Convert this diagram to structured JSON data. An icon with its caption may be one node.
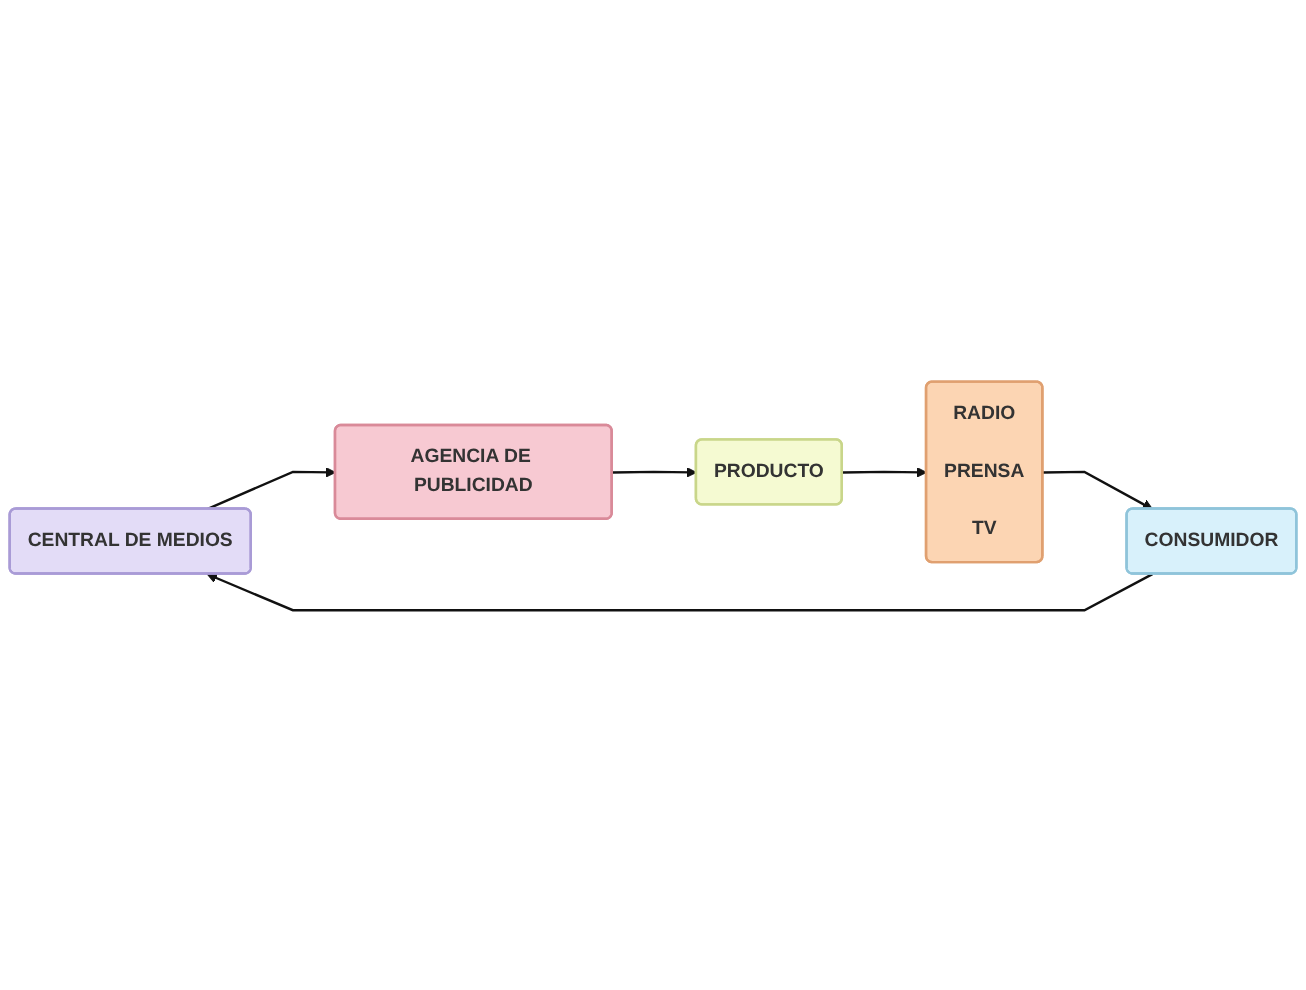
{
  "diagram": {
    "nodes": [
      {
        "text": [
          "CENTRAL DE MEDIOS"
        ]
      },
      {
        "text": [
          "AGENCIA DE PUBLICIDAD"
        ]
      },
      {
        "text": [
          "PRODUCTO"
        ]
      },
      {
        "text": [
          "RADIO",
          "PRENSA",
          "TV"
        ]
      },
      {
        "text": [
          "CONSUMIDOR"
        ]
      }
    ],
    "edges": [
      {
        "from": 0,
        "to": 1,
        "arrow": "to"
      },
      {
        "from": 1,
        "to": 2,
        "arrow": "to"
      },
      {
        "from": 2,
        "to": 3,
        "arrow": "to"
      },
      {
        "from": 3,
        "to": 4,
        "arrow": "to"
      },
      {
        "from": 4,
        "to": 0,
        "arrow": "to"
      }
    ]
  }
}
